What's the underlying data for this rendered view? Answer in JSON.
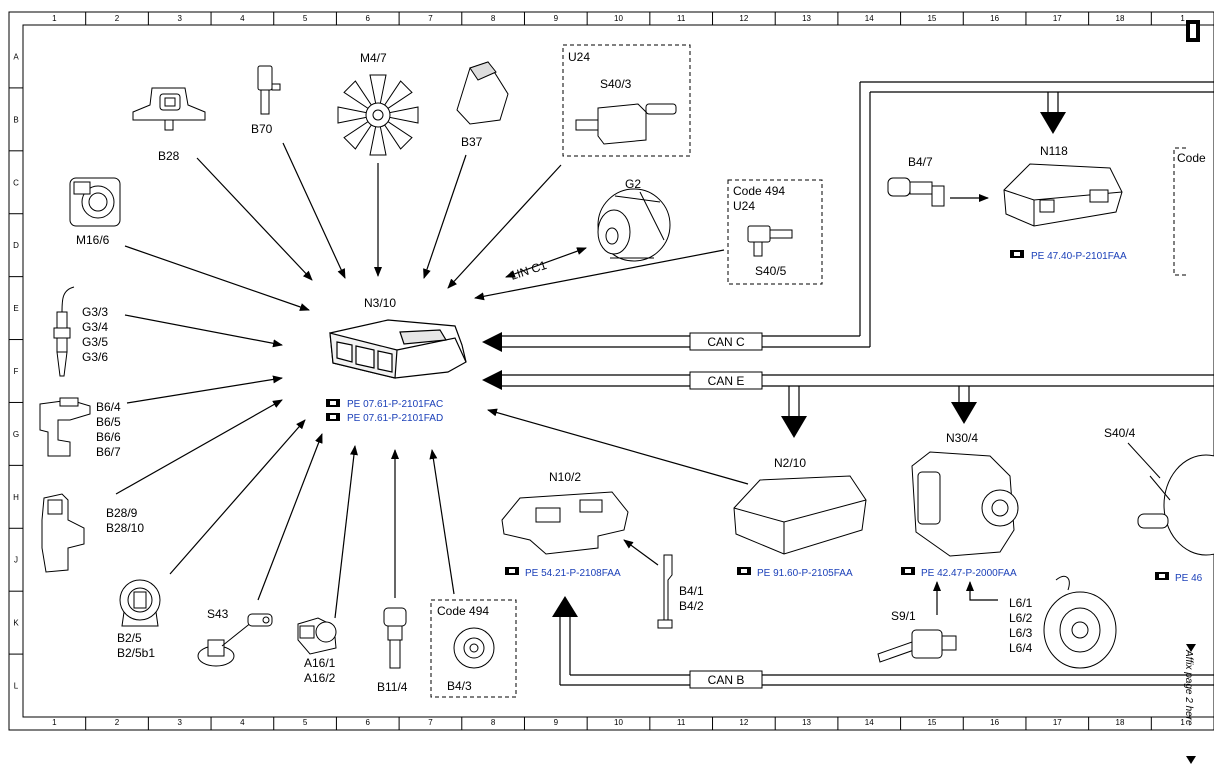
{
  "grid": {
    "columns": [
      "1",
      "2",
      "3",
      "4",
      "5",
      "6",
      "7",
      "8",
      "9",
      "10",
      "11",
      "12",
      "13",
      "14",
      "15",
      "16",
      "17",
      "18",
      "1"
    ],
    "rows": [
      "A",
      "B",
      "C",
      "D",
      "E",
      "F",
      "G",
      "H",
      "J",
      "K",
      "L"
    ]
  },
  "components": {
    "n3_10": "N3/10",
    "m4_7": "M4/7",
    "b70": "B70",
    "b28": "B28",
    "b37": "B37",
    "u24_top": "U24",
    "s40_3": "S40/3",
    "g2": "G2",
    "code494_right": "Code 494",
    "u24_right": "U24",
    "s40_5": "S40/5",
    "m16_6": "M16/6",
    "g3": [
      "G3/3",
      "G3/4",
      "G3/5",
      "G3/6"
    ],
    "b6": [
      "B6/4",
      "B6/5",
      "B6/6",
      "B6/7"
    ],
    "b28_9": [
      "B28/9",
      "B28/10"
    ],
    "b2_5": [
      "B2/5",
      "B2/5b1"
    ],
    "s43": "S43",
    "a16": [
      "A16/1",
      "A16/2"
    ],
    "b11_4": "B11/4",
    "code494_bottom": "Code 494",
    "b4_3": "B4/3",
    "n10_2": "N10/2",
    "b4_1": [
      "B4/1",
      "B4/2"
    ],
    "n2_10": "N2/10",
    "n30_4": "N30/4",
    "s9_1": "S9/1",
    "l6": [
      "L6/1",
      "L6/2",
      "L6/3",
      "L6/4"
    ],
    "s40_4": "S40/4",
    "b4_7": "B4/7",
    "n118": "N118",
    "code_right_partial": "Code"
  },
  "bus": {
    "lin": "LIN C1",
    "can_c": "CAN C",
    "can_e": "CAN E",
    "can_b": "CAN B"
  },
  "refs": {
    "n3_a": "PE 07.61-P-2101FAC",
    "n3_b": "PE 07.61-P-2101FAD",
    "n118": "PE 47.40-P-2101FAA",
    "n10_2": "PE 54.21-P-2108FAA",
    "n2_10": "PE 91.60-P-2105FAA",
    "n30_4": "PE 42.47-P-2000FAA",
    "partial": "PE 46"
  },
  "side_note": "Affix page 2 here"
}
